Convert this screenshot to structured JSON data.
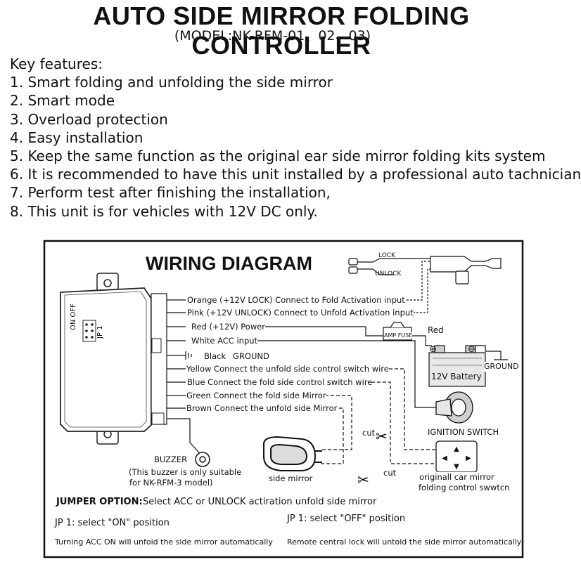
{
  "header": {
    "title": "AUTO SIDE MIRROR FOLDING CONTROLLER",
    "subtitle": "(MODEL:NK-RFM-01、02、03)"
  },
  "features": {
    "heading": "Key features:",
    "items": [
      "1. Smart folding and unfolding the side mirror",
      "2. Smart mode",
      "3. Overload protection",
      "4. Easy installation",
      "5. Keep the same function as the original ear side mirror folding kits system",
      "6. It is recommended to have this unit installed by a professional auto tachnician",
      "7. Perform test after finishing the installation,",
      "8. This unit is for vehicles with 12V DC only."
    ]
  },
  "diagram": {
    "title": "WIRING DIAGRAM",
    "lock_labels": {
      "lock": "LOCK",
      "unlock": "UNLOCK"
    },
    "module_labels": {
      "on_off": "ON OFF",
      "jp1": "JP 1"
    },
    "wires": [
      "Orange (+12V LOCK) Connect to Fold Activation input",
      "Pink (+12V UNLOCK) Connect to Unfold Activation input",
      "Red (+12V) Power",
      "White ACC input",
      "Black",
      "Yellow Connect the unfold side control switch wire",
      "Blue Connect the fold side control switch wire",
      "Green Connect the fold side Mirror",
      "Brown Connect the unfold side Mirror"
    ],
    "ground_label": "GROUND",
    "amp_fuse": "AMP FUSE",
    "red_label": "Red",
    "battery": "12V Battery",
    "battery_ground": "GROUND",
    "battery_plus": "⊕",
    "battery_minus": "⊖",
    "ignition": "IGNITION SWITCH",
    "cut": "cut",
    "buzzer": "BUZZER",
    "buzzer_note_1": "(This buzzer is only suitable",
    "buzzer_note_2": "for NK-RFM-3 model)",
    "side_mirror": "side mirror",
    "orig_switch_1": "originall car mirror",
    "orig_switch_2": "folding control swwtcn",
    "jumper_heading": "JUMPER OPTION:",
    "jumper_text": "Select ACC or UNLOCK actiration unfold side mirror",
    "jp_on": "JP 1: select \"ON\" position",
    "jp_off": "JP 1: select \"OFF\" position",
    "acc_note": "Turning ACC ON will unfoid the side mirror automatically",
    "remote_note": "Remote central lock will untold the side mirror automatically"
  }
}
